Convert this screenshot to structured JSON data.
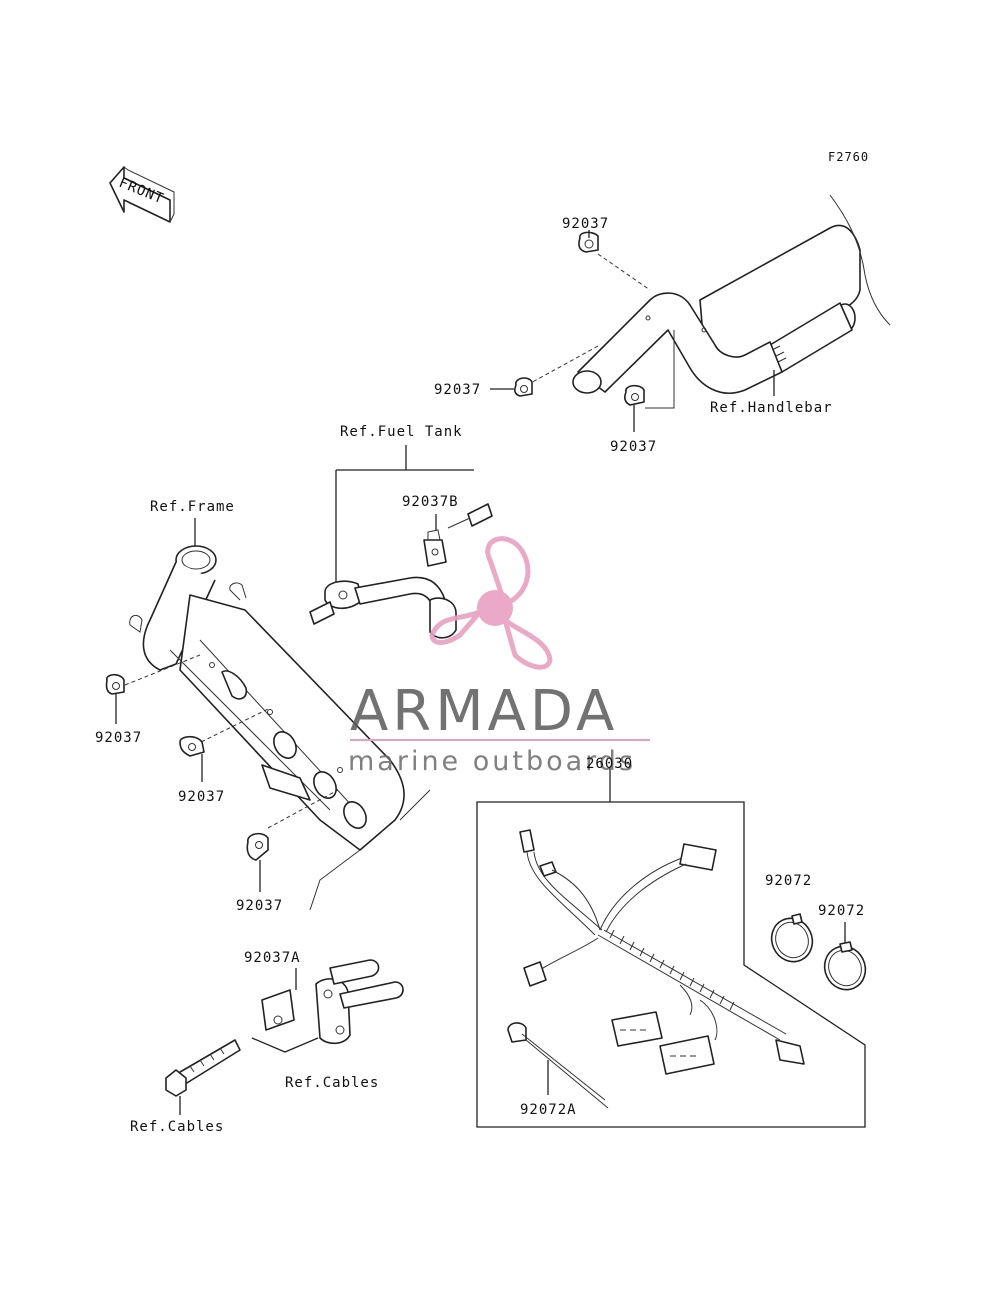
{
  "figure_code": "F2760",
  "front_arrow": "FRONT",
  "labels": {
    "ref_handlebar": "Ref.Handlebar",
    "ref_fuel_tank": "Ref.Fuel Tank",
    "ref_frame": "Ref.Frame",
    "ref_cables_upper": "Ref.Cables",
    "ref_cables_lower": "Ref.Cables"
  },
  "parts": {
    "p92037_top": "92037",
    "p92037_handle_left": "92037",
    "p92037_handle_right": "92037",
    "p92037b": "92037B",
    "p92037_frame_1": "92037",
    "p92037_frame_2": "92037",
    "p92037_frame_3": "92037",
    "p92037a": "92037A",
    "p26030": "26030",
    "p92072_1": "92072",
    "p92072_2": "92072",
    "p92072a": "92072A"
  },
  "watermark": {
    "brand": "ARMADA",
    "tagline": "marine outboards",
    "logo_color": "#e8a0c0"
  }
}
